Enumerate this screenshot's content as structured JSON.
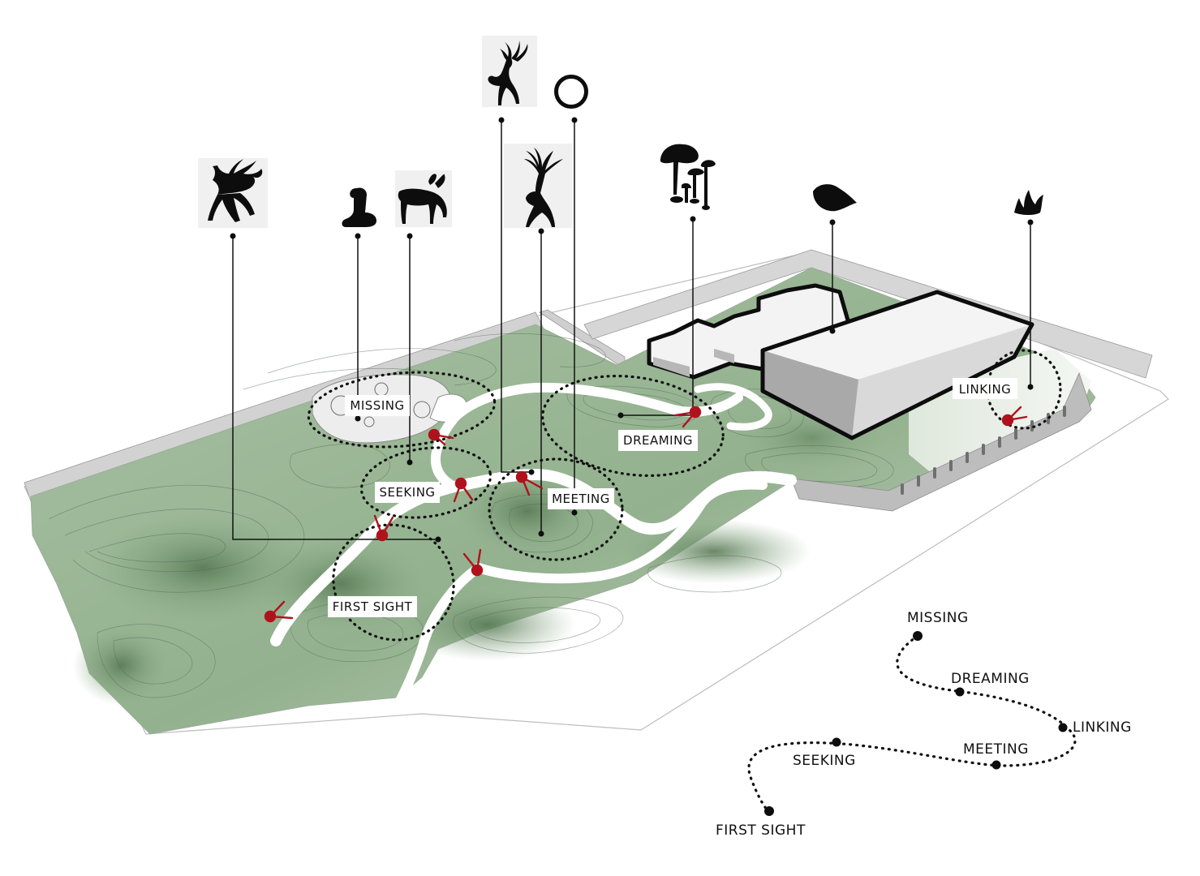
{
  "zones": [
    {
      "id": "missing",
      "label": "MISSING"
    },
    {
      "id": "seeking",
      "label": "SEEKING"
    },
    {
      "id": "meeting",
      "label": "MEETING"
    },
    {
      "id": "first-sight",
      "label": "FIRST SIGHT"
    },
    {
      "id": "dreaming",
      "label": "DREAMING"
    },
    {
      "id": "linking",
      "label": "LINKING"
    }
  ],
  "storyline": {
    "missing": "MISSING",
    "dreaming": "DREAMING",
    "linking": "LINKING",
    "meeting": "MEETING",
    "seeking": "SEEKING",
    "first_sight": "FIRST SIGHT"
  },
  "icons": [
    {
      "name": "leaping-deer-icon"
    },
    {
      "name": "alpaca-icon"
    },
    {
      "name": "grazing-deer-icon"
    },
    {
      "name": "stag-icon"
    },
    {
      "name": "ring-icon"
    },
    {
      "name": "antlered-deer-icon"
    },
    {
      "name": "mushroom-icon"
    },
    {
      "name": "leaf-icon"
    },
    {
      "name": "flame-icon"
    }
  ],
  "colors": {
    "landscape_green": "#8fae8a",
    "landscape_dark": "#5e7e5a",
    "path": "#ffffff",
    "viewpoint_red": "#b0121c",
    "wall_grey": "#c7c7c7",
    "ink": "#0d0d0d"
  }
}
